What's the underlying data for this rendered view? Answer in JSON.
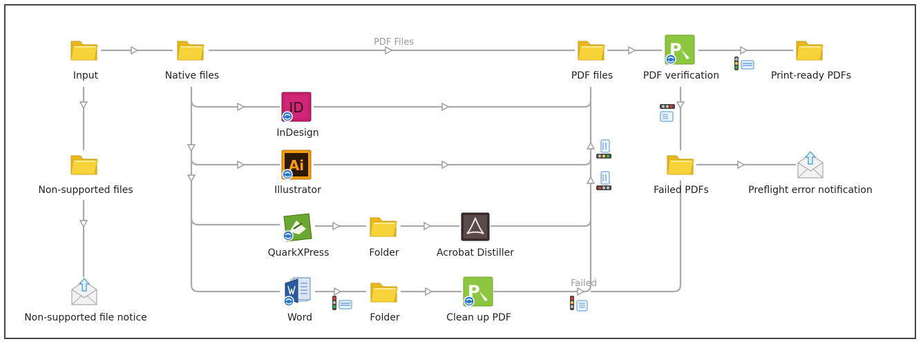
{
  "nodes": {
    "input": "Input",
    "native_files": "Native files",
    "pdf_files": "PDF files",
    "pdf_verification": "PDF verification",
    "print_ready": "Print-ready PDFs",
    "non_supported_files": "Non-supported files",
    "non_supported_notice": "Non-supported file notice",
    "indesign": "InDesign",
    "illustrator": "Illustrator",
    "quarkxpress": "QuarkXPress",
    "folder_quark": "Folder",
    "acrobat_distiller": "Acrobat Distiller",
    "word": "Word",
    "folder_word": "Folder",
    "clean_up_pdf": "Clean up PDF",
    "failed_pdfs": "Failed PDFs",
    "preflight_notification": "Preflight error notification"
  },
  "wire_labels": {
    "pdf_files_path": "PDF Files",
    "failed_path": "Failed"
  },
  "app_badges": {
    "indesign": "ID",
    "illustrator": "Ai"
  },
  "icons": {
    "folder": "folder-icon",
    "mail": "mail-icon",
    "checker": "pdf-checker-icon",
    "traffic": "traffic-light-icon"
  },
  "colors": {
    "wire": "#a9a9a9",
    "folder": "#f7d33a",
    "indesign": "#c41f6d",
    "illustrator": "#f49b12",
    "checker": "#8dc63f",
    "quark": "#6aa82f",
    "signal_red": "#e53b2f",
    "signal_yellow": "#f2c94c",
    "signal_green": "#3bb54a"
  }
}
